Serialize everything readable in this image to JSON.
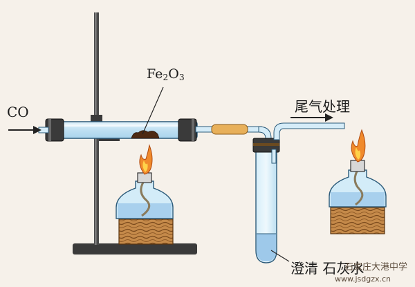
{
  "labels": {
    "inlet_gas": "CO",
    "reactant": {
      "base1": "Fe",
      "sub1": "2",
      "base2": "O",
      "sub2": "3"
    },
    "exhaust": "尾气处理",
    "limewater": "澄清 石灰水",
    "watermark": "石家庄大港中学",
    "website": "www.jsdgzx.cn"
  },
  "colors": {
    "background": "#f6f1ea",
    "glass": "#c9e6f5",
    "liquid": "#9ec9ea",
    "wood": "#c58a4a",
    "stand": "#3a3a3a",
    "flame": "#f08a2c",
    "tube_fitting": "#e8b05a"
  }
}
